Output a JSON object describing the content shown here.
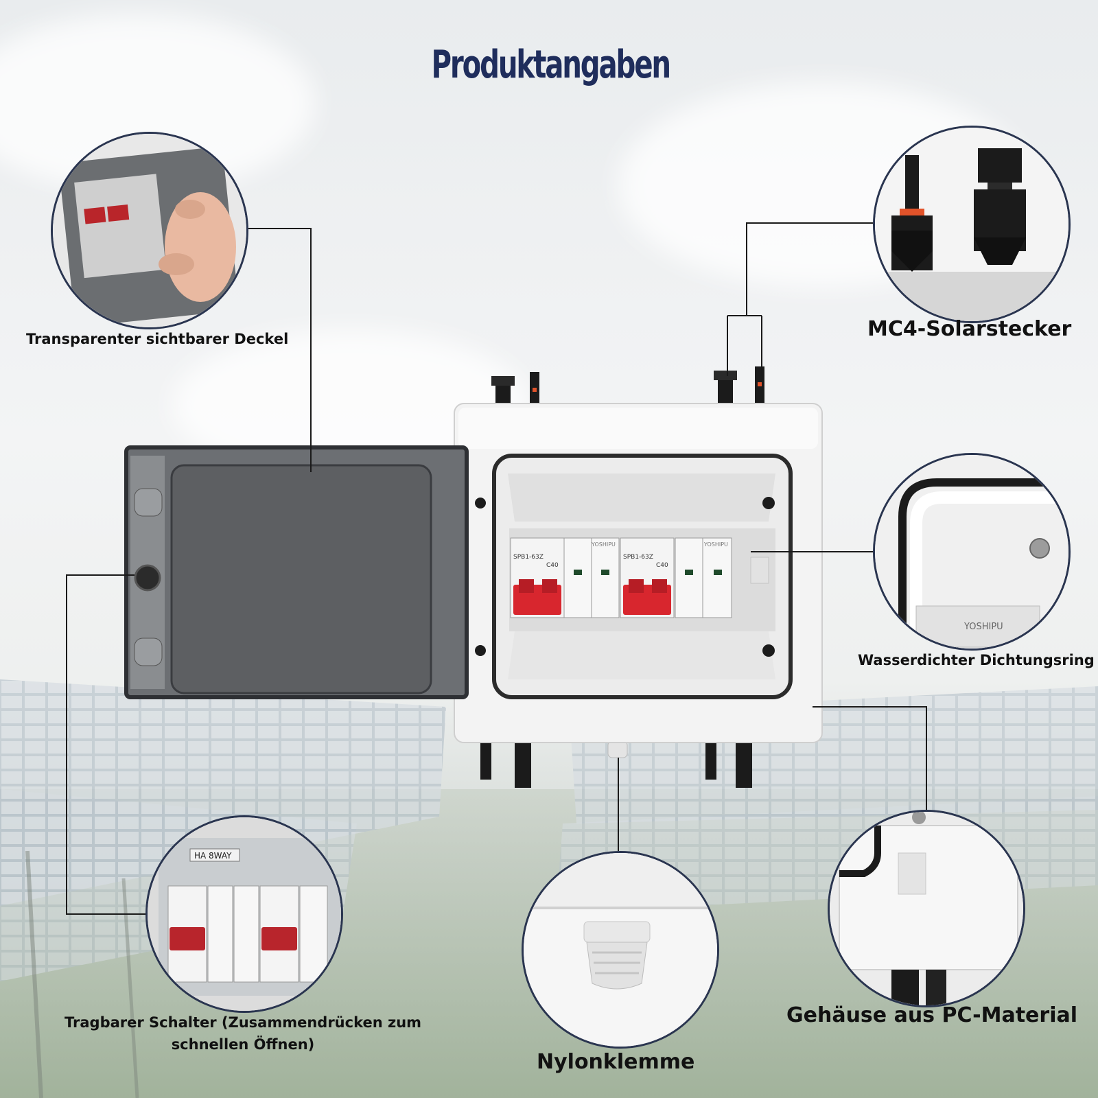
{
  "title": "Produktangaben",
  "labels": {
    "lid": "Transparenter sichtbarer Deckel",
    "mc4": "MC4-Solarstecker",
    "seal": "Wasserdichter Dichtungsring",
    "housing": "Gehäuse aus PC-Material",
    "clamp": "Nylonklemme",
    "switch_line1": "Tragbarer Schalter (Zusammendrücken zum",
    "switch_line2": "schnellen Öffnen)"
  },
  "device": {
    "brand": "YOSHIPU",
    "breaker_model": "SPB1-63Z",
    "breaker_rating": "C40",
    "enclosure_label": "HA 8WAY"
  },
  "colors": {
    "title": "#1f2d5c",
    "leader_line": "#1a1a1a",
    "circle_border": "#2a3550",
    "breaker_red": "#d8262e"
  }
}
